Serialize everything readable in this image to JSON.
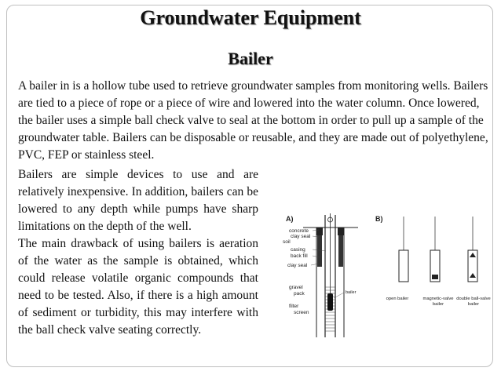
{
  "slide": {
    "title": "Groundwater Equipment",
    "subtitle": "Bailer",
    "intro": "A bailer in is a hollow tube used to retrieve groundwater samples from monitoring wells. Bailers are tied to a piece of rope or a piece of wire  and lowered into the water column. Once lowered, the bailer uses a simple ball check valve to seal at the bottom in order to pull up a sample of the groundwater table. Bailers can be disposable or reusable, and they are made out of polyethylene, PVC, FEP or stainless steel.",
    "paragraph1": "Bailers are simple devices to use and are relatively inexpensive. In addition, bailers can be lowered to any depth while pumps have sharp limitations on the depth of the well.",
    "paragraph2": "The main drawback of using bailers is aeration of the water as the sample is obtained, which could release volatile organic compounds that need to be tested. Also, if there is a high amount of sediment or turbidity, this may interfere with the ball check valve seating correctly."
  },
  "figure": {
    "panel_a": "A)",
    "panel_b": "B)",
    "labels": {
      "concrete": "concrete",
      "clay_seal_top": "clay seal",
      "soil": "soil",
      "casing": "casing",
      "back_fill": "back fill",
      "clay_seal": "clay seal",
      "gravel": "gravel",
      "pack": "pack",
      "filter": "filter",
      "screen": "screen",
      "bailer": "bailer",
      "open_bailer": "open bailer",
      "magnetic_valve_1": "magnetic-valve",
      "magnetic_valve_2": "bailer",
      "double_ball_1": "double ball-valve",
      "double_ball_2": "bailer"
    }
  }
}
